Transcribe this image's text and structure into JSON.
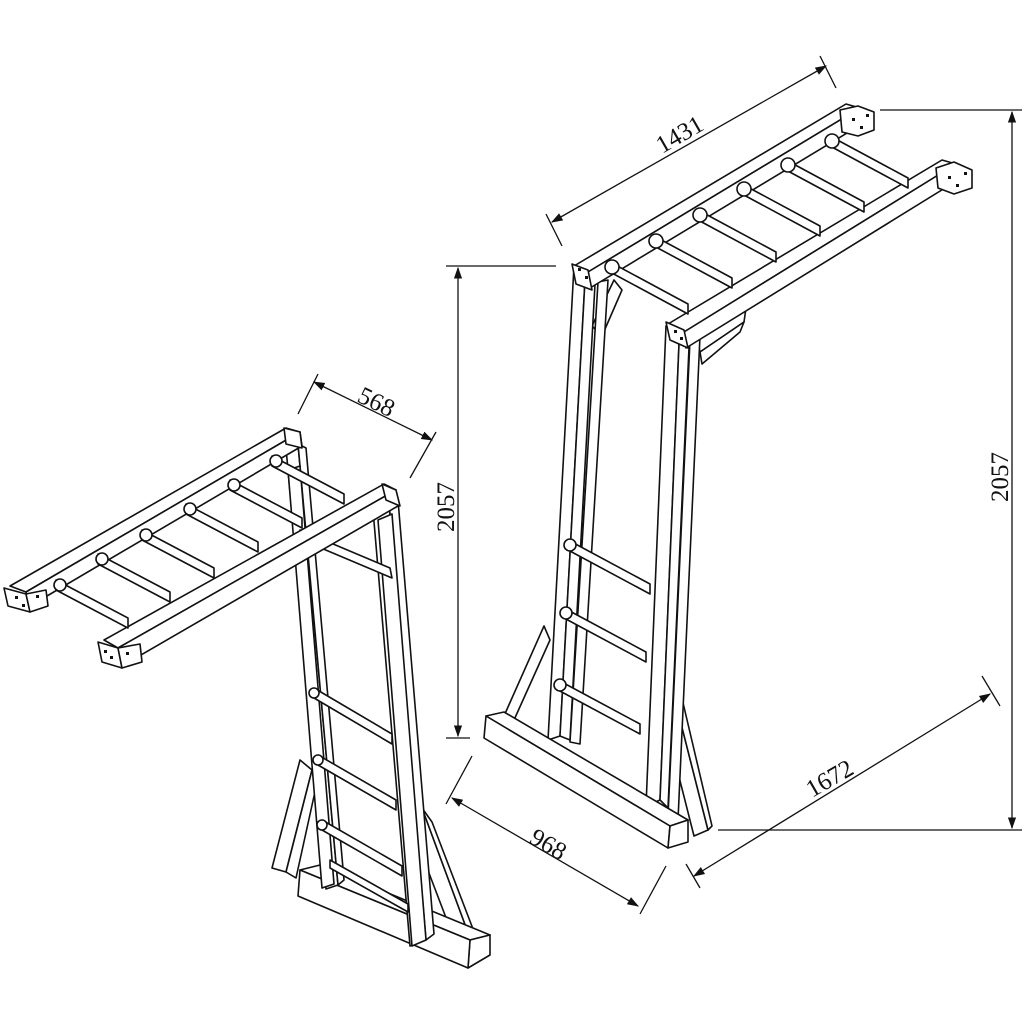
{
  "diagram": {
    "subject": "ladder-frame-structure",
    "dimensions": {
      "top_length": "1431",
      "top_width": "568",
      "height_left": "2057",
      "height_right": "2057",
      "base_width": "968",
      "base_length": "1672"
    }
  }
}
